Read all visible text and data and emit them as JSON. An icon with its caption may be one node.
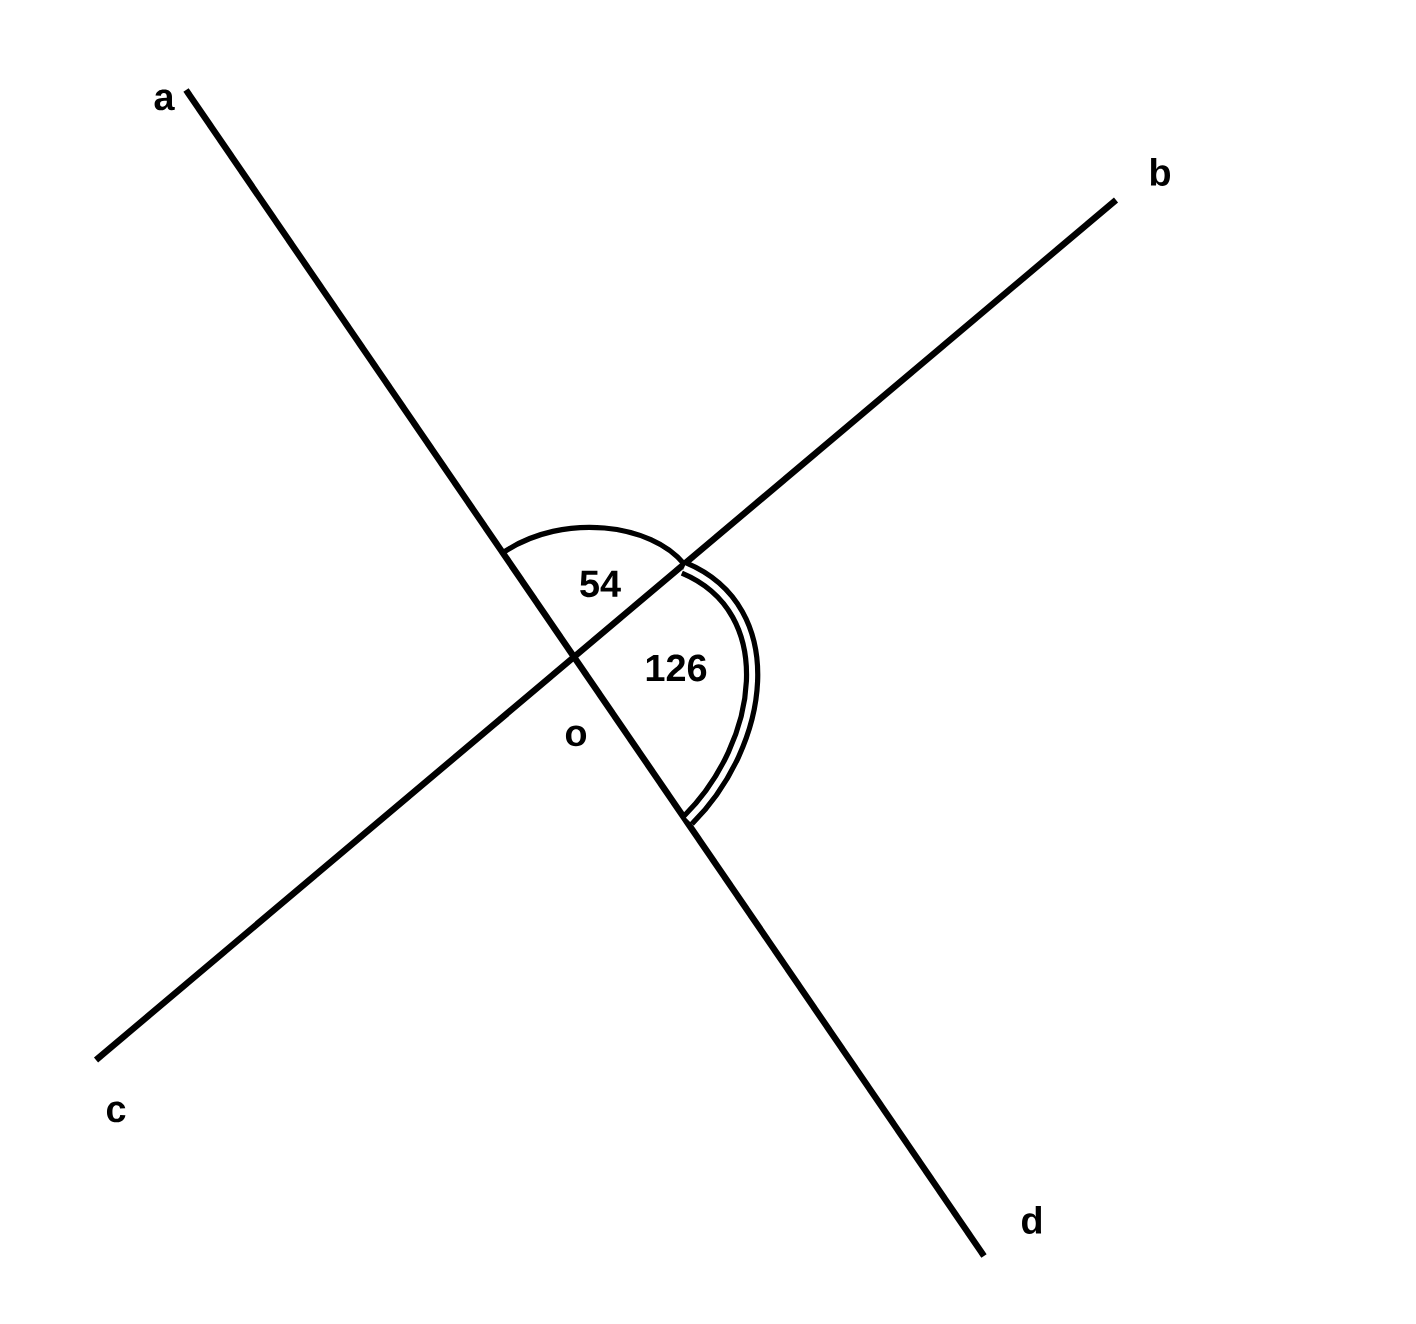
{
  "diagram": {
    "labels": [
      "a",
      "b",
      "c",
      "d",
      "o",
      "54",
      "126"
    ]
  }
}
